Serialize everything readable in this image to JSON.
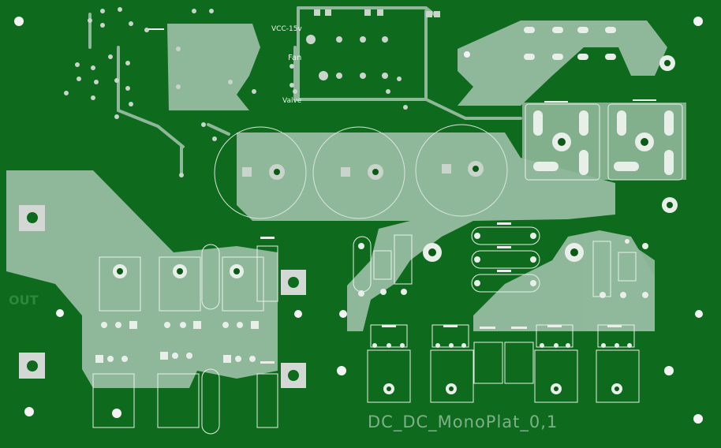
{
  "board": {
    "labels": {
      "vcc": "VCC-15v",
      "fan": "Fan",
      "valve": "Valve",
      "out": "OUT",
      "title": "DC_DC_MonoPlat_0,1"
    }
  },
  "colors": {
    "substrate": "#0e6a1c",
    "copper_pour": "#8fb89a",
    "pad": "#c9d4cb",
    "hole": "#0b5a17",
    "silkscreen": "#f2f2f2"
  }
}
